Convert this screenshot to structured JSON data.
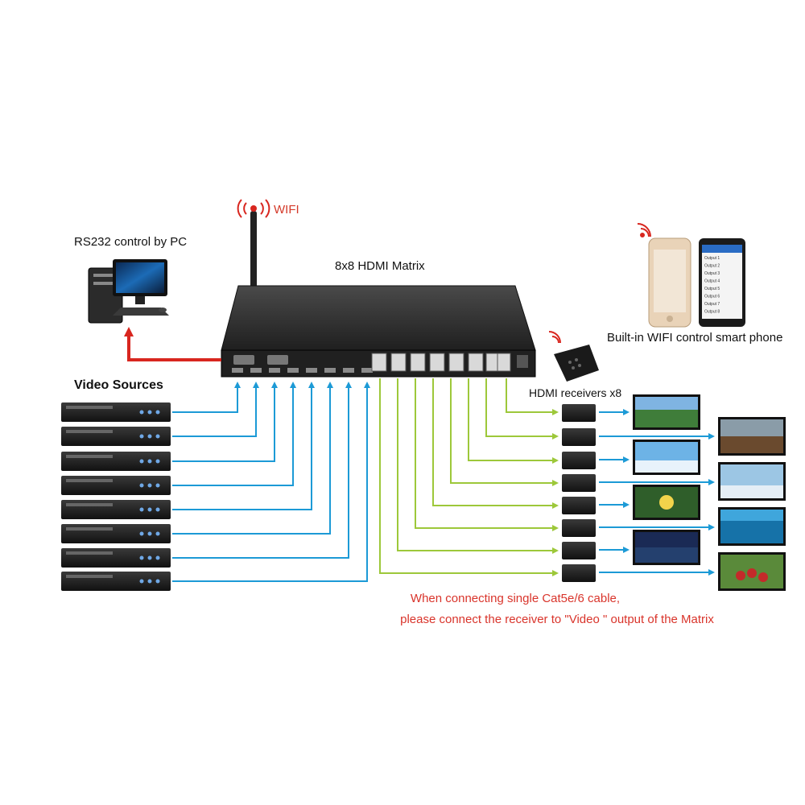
{
  "labels": {
    "wifi": "WIFI",
    "rs232": "RS232 control by PC",
    "matrix": "8x8 HDMI Matrix",
    "phone": "Built-in WIFI control smart phone",
    "sources": "Video Sources",
    "receivers": "HDMI receivers x8"
  },
  "note": {
    "line1": "When connecting single Cat5e/6 cable,",
    "line2": "please connect the receiver to \"Video \" output of the Matrix"
  },
  "phone_menu": [
    "Output 1",
    "Output 2",
    "Output 3",
    "Output 4",
    "Output 5",
    "Output 6",
    "Output 7",
    "Output 8"
  ],
  "colors": {
    "blue_line": "#1c9ad6",
    "green_line": "#9dc83a",
    "red_line": "#d8261f",
    "accent_text": "#d9342b"
  }
}
